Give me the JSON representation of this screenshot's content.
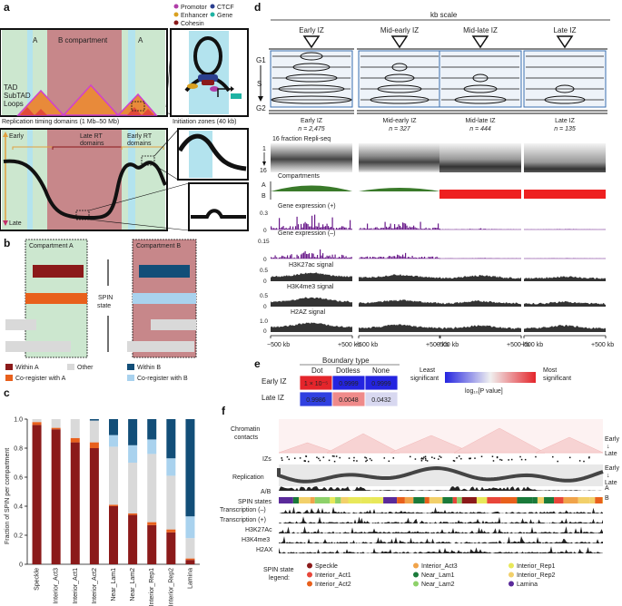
{
  "panels": {
    "a": "a",
    "b": "b",
    "c": "c",
    "d": "d",
    "e": "e",
    "f": "f"
  },
  "panel_a": {
    "legend": [
      {
        "label": "Promotor",
        "color": "#b03da8"
      },
      {
        "label": "CTCF",
        "color": "#2b3f8f"
      },
      {
        "label": "Enhancer",
        "color": "#d9a020"
      },
      {
        "label": "Gene",
        "color": "#1fb3a3"
      },
      {
        "label": "Cohesin",
        "color": "#8b1a1a"
      }
    ],
    "compartment_a": "A",
    "compartment_b": "B compartment",
    "compartment_a2": "A",
    "tad": "TAD",
    "subtad": "SubTAD",
    "loops": "Loops",
    "rt_domains": "Replication timing domains (1 Mb–50 Mb)",
    "initiation_zones": "Initiation zones (40 kb)",
    "early": "Early",
    "late": "Late",
    "late_rt": "Late RT\ndomains",
    "early_rt": "Early RT\ndomains"
  },
  "panel_b": {
    "compartment_a": "Compartment A",
    "compartment_b": "Compartment B",
    "spin_state": "SPIN\nstate",
    "legend": [
      {
        "label": "Within A",
        "color": "#8b1a1a"
      },
      {
        "label": "Other",
        "color": "#d9d9d9"
      },
      {
        "label": "Within B",
        "color": "#124e78"
      },
      {
        "label": "Co-register with A",
        "color": "#e8601c"
      },
      {
        "label": "Co-register with B",
        "color": "#a9d2ee"
      }
    ]
  },
  "panel_c": {
    "ylabel": "Fraction of SPIN per compartment",
    "chart_data": {
      "type": "bar",
      "stacked": true,
      "categories": [
        "Speckle",
        "Interior_Act3",
        "Interior_Act1",
        "Interior_Act2",
        "Near_Lam1",
        "Near_Lam2",
        "Interior_Rep1",
        "Interior_Rep2",
        "Lamina"
      ],
      "ylim": [
        0,
        1.0
      ],
      "yticks": [
        "0",
        "0.2",
        "0.4",
        "0.6",
        "0.8",
        "1.0"
      ],
      "series": [
        {
          "values": [
            0.96,
            0.93,
            0.84,
            0.8,
            0.4,
            0.34,
            0.27,
            0.22,
            0.03
          ],
          "color": "#8b1a1a"
        },
        {
          "values": [
            0.02,
            0.01,
            0.03,
            0.04,
            0.01,
            0.01,
            0.02,
            0.02,
            0.01
          ],
          "color": "#e8601c"
        },
        {
          "values": [
            0.02,
            0.06,
            0.13,
            0.15,
            0.4,
            0.35,
            0.47,
            0.37,
            0.14
          ],
          "color": "#d9d9d9"
        },
        {
          "values": [
            0.0,
            0.0,
            0.0,
            0.0,
            0.08,
            0.12,
            0.1,
            0.12,
            0.15
          ],
          "color": "#a9d2ee"
        },
        {
          "values": [
            0.0,
            0.0,
            0.0,
            0.01,
            0.11,
            0.18,
            0.14,
            0.27,
            0.67
          ],
          "color": "#124e78"
        }
      ]
    }
  },
  "panel_d": {
    "kb_scale": "kb scale",
    "g1": "G1",
    "s": "S",
    "g2": "G2",
    "columns": [
      {
        "label": "Early IZ",
        "title": "Early IZ",
        "n": "n = 2,475"
      },
      {
        "label": "Mid-early IZ",
        "title": "Mid-early IZ",
        "n": "n = 327"
      },
      {
        "label": "Mid-late IZ",
        "title": "Mid-late IZ",
        "n": "n = 444"
      },
      {
        "label": "Late IZ",
        "title": "Late IZ",
        "n": "n = 135"
      }
    ],
    "repliseq": "16 fraction Repli-seq",
    "repliseq_top": "1",
    "repliseq_bottom": "16",
    "compartments": "Compartments",
    "comp_a": "A",
    "comp_b": "B",
    "gene_plus": "Gene expression (+)",
    "gene_minus": "Gene expression (–)",
    "h3k27ac": "H3K27ac signal",
    "h3k4me3": "H3K4me3 signal",
    "h2az": "H2AZ signal",
    "yvals": {
      "gp": "0.3",
      "gp0": "0",
      "gm": "0.15",
      "gm0": "0",
      "k27": "0.5",
      "k270": "0",
      "k4": "0.5",
      "k40": "0",
      "h2": "1.0",
      "h20": "0"
    },
    "xlabels": {
      "left": "−500 kb",
      "right": "+500 kb"
    }
  },
  "panel_e": {
    "boundary_type": "Boundary type",
    "cols": [
      "Dot",
      "Dotless",
      "None"
    ],
    "rows": [
      "Early IZ",
      "Late IZ"
    ],
    "cells": [
      [
        "1 × 10⁻⁵",
        "0.9999",
        "0.9999"
      ],
      [
        "0.9986",
        "0.0048",
        "0.0432"
      ]
    ],
    "cell_colors": [
      [
        "#e4252b",
        "#2424e0",
        "#2424e0"
      ],
      [
        "#3040e0",
        "#ef8a8a",
        "#d8d8f0"
      ]
    ],
    "least": "Least\nsignificant",
    "most": "Most\nsignificant",
    "scale_label": "log₁₀[P value]"
  },
  "panel_f": {
    "tracks": [
      "Chromatin\ncontacts",
      "IZs",
      "Replication",
      "A/B",
      "SPIN states",
      "Transcription (–)",
      "Transcription (+)",
      "H3K27Ac",
      "H3K4me3",
      "H2AX"
    ],
    "early": "Early",
    "late": "Late",
    "a": "A",
    "b": "B",
    "legend_title": "SPIN state\nlegend:",
    "legend": [
      {
        "label": "Speckle",
        "color": "#8b1a1a"
      },
      {
        "label": "Interior_Act3",
        "color": "#f0a34a"
      },
      {
        "label": "Interior_Rep1",
        "color": "#e8e85a"
      },
      {
        "label": "Interior_Act1",
        "color": "#e8463a"
      },
      {
        "label": "Near_Lam1",
        "color": "#1a7a3a"
      },
      {
        "label": "Interior_Rep2",
        "color": "#f2d06a"
      },
      {
        "label": "Interior_Act2",
        "color": "#e8601c"
      },
      {
        "label": "Near_Lam2",
        "color": "#8ed16a"
      },
      {
        "label": "Lamina",
        "color": "#5a2a9a"
      }
    ]
  }
}
